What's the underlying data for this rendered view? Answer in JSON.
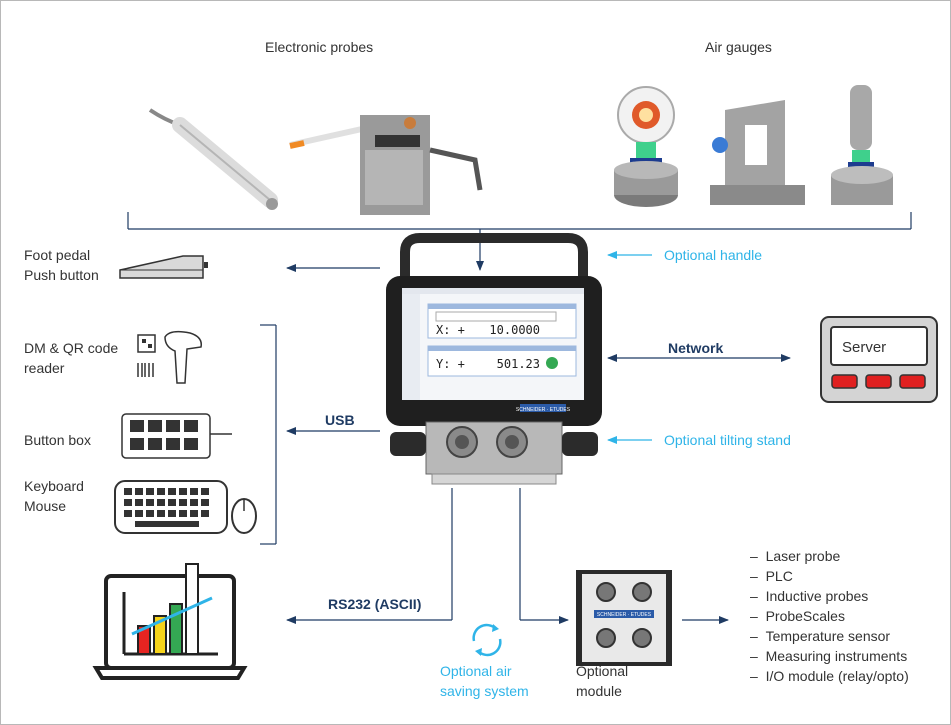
{
  "headings": {
    "electronic_probes": "Electronic probes",
    "air_gauges": "Air gauges"
  },
  "left_devices": {
    "foot_pedal": [
      "Foot pedal",
      "Push button"
    ],
    "code_reader": [
      "DM & QR code",
      "reader"
    ],
    "button_box": "Button box",
    "keyboard_mouse": [
      "Keyboard",
      "Mouse"
    ]
  },
  "connections": {
    "usb": "USB",
    "rs232": "RS232 (ASCII)",
    "network": "Network"
  },
  "options": {
    "handle": "Optional handle",
    "tilting_stand": "Optional tilting stand",
    "air_saving": [
      "Optional air",
      "saving system"
    ],
    "module": [
      "Optional",
      "module"
    ]
  },
  "server": {
    "label": "Server"
  },
  "device_screen": {
    "x_label": "X: +",
    "x_value": "10.0000",
    "y_label": "Y: +",
    "y_value": "501.23",
    "brand": "SCHNEIDER · ETUDES"
  },
  "module_brand": "SCHNEIDER · ETUDES",
  "module_list": [
    "Laser probe",
    "PLC",
    "Inductive probes",
    "ProbeScales",
    "Temperature sensor",
    "Measuring instruments",
    "I/O module (relay/opto)"
  ],
  "colors": {
    "arrow": "#1f3b63",
    "accent": "#2fb4e8",
    "server_button": "#e02020",
    "bar_red": "#e52421",
    "bar_yellow": "#f6d31a",
    "bar_green": "#34a853"
  }
}
